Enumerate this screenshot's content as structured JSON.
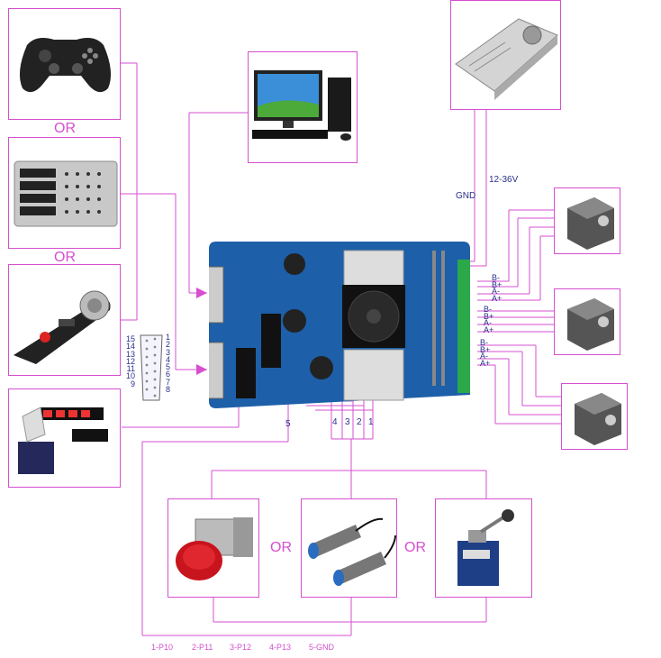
{
  "labels": {
    "or_1": "OR",
    "or_2": "OR",
    "or_3": "OR",
    "or_4": "OR",
    "gnd": "GND",
    "voltage": "12-36V",
    "db15_left": [
      "15",
      "14",
      "13",
      "12",
      "11",
      "10",
      "9"
    ],
    "db15_right": [
      "1",
      "2",
      "3",
      "4",
      "5",
      "6",
      "7",
      "8"
    ],
    "motor_pins_1": [
      "B-",
      "B+",
      "A-",
      "A+"
    ],
    "motor_pins_2": [
      "B-",
      "B+",
      "A-",
      "A+"
    ],
    "motor_pins_3": [
      "B-",
      "B+",
      "A-",
      "A+"
    ],
    "header_pins": [
      "5",
      "4",
      "3",
      "2",
      "1"
    ],
    "bottom_pins": [
      "1-P10",
      "2-P11",
      "3-P12",
      "4-P13",
      "5-GND"
    ]
  },
  "colors": {
    "line": "#d64fd0",
    "label": "#2a2f8a"
  }
}
